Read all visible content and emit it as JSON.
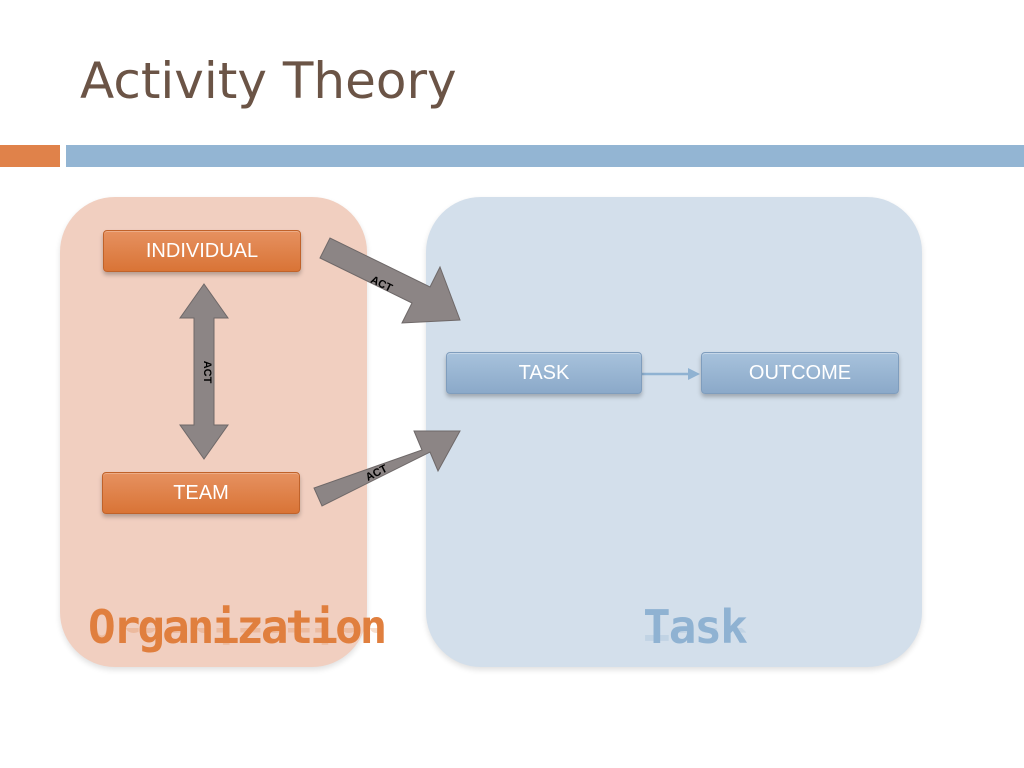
{
  "slide": {
    "title": "Activity Theory"
  },
  "panels": {
    "organization_label": "Organization",
    "task_label": "Task"
  },
  "nodes": {
    "individual": "INDIVIDUAL",
    "team": "TEAM",
    "task": "TASK",
    "outcome": "OUTCOME"
  },
  "arrows": {
    "individual_to_task": "ACT",
    "individual_team": "ACT",
    "team_to_task": "ACT"
  },
  "colors": {
    "title": "#6b5446",
    "accent_orange": "#e0824a",
    "accent_blue": "#93b5d3",
    "organization_panel": "#f1cfc0",
    "task_panel": "#d3dfeb",
    "arrow_gray": "#8c8585"
  }
}
